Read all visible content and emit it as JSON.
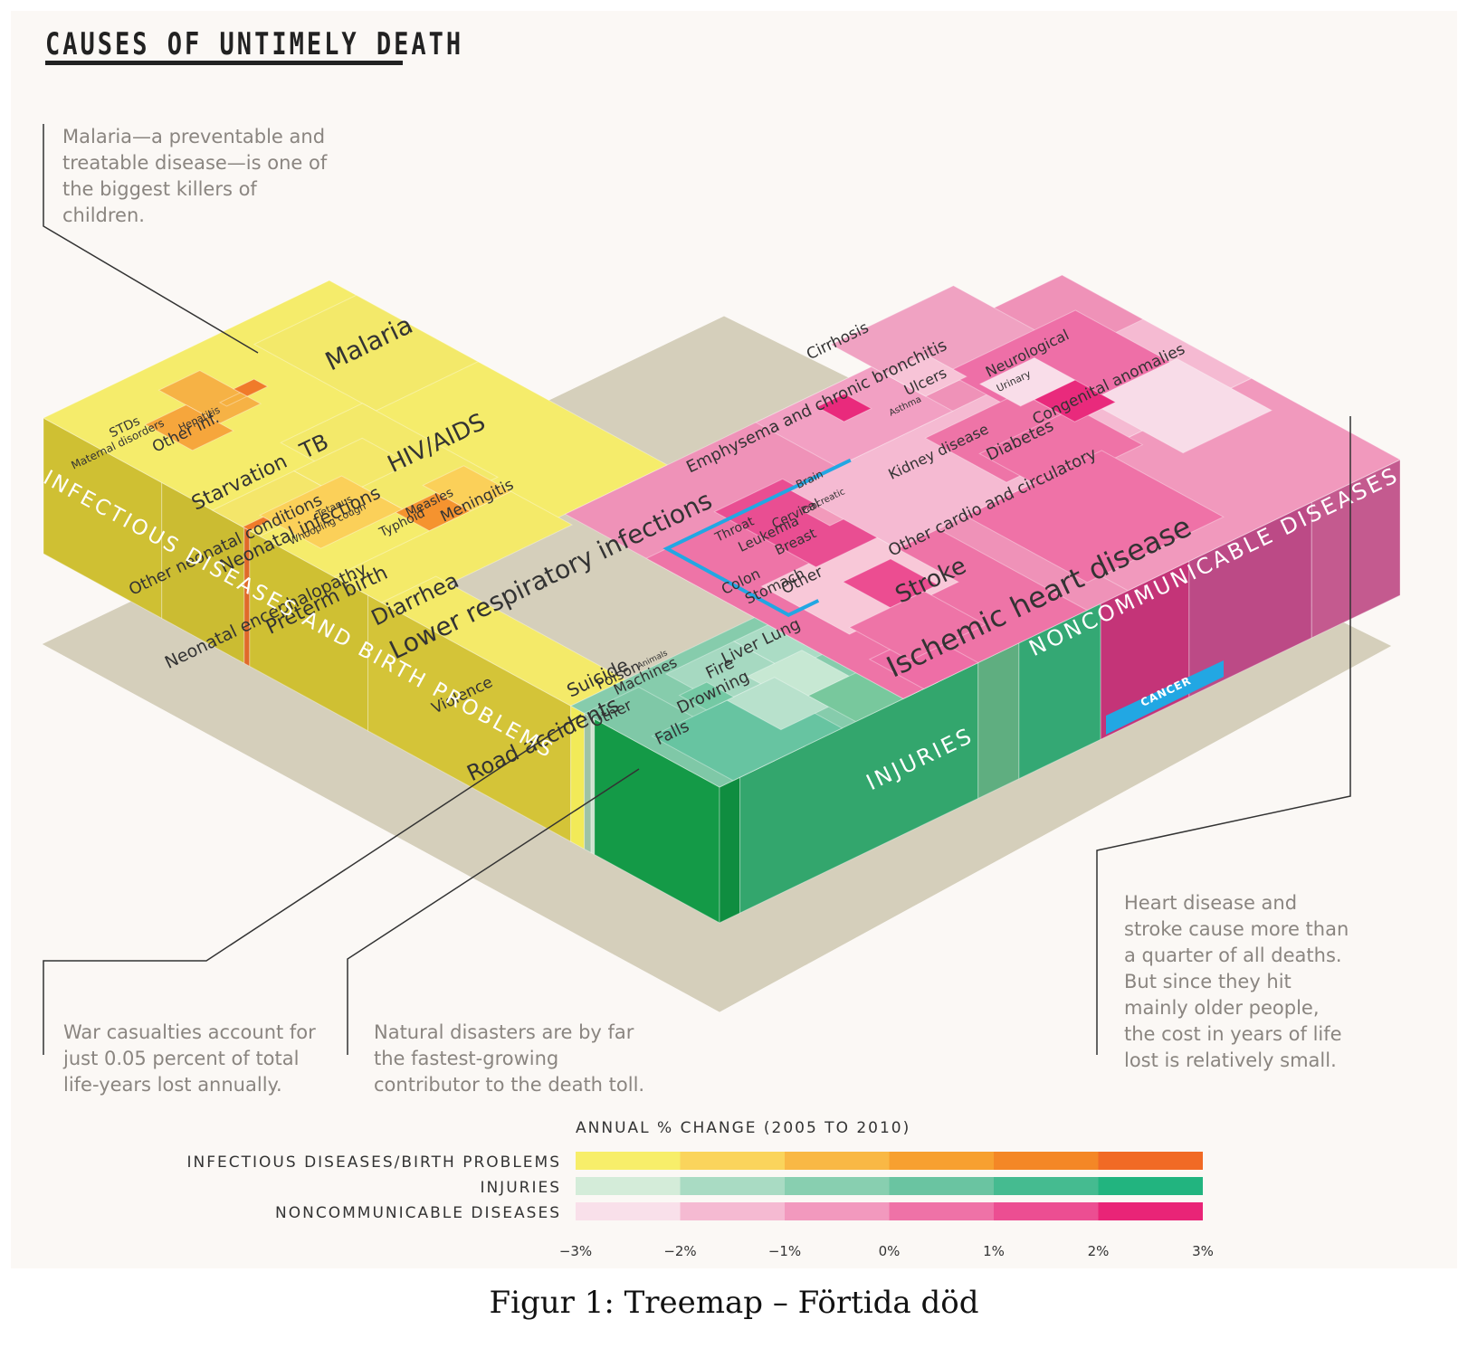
{
  "title": "CAUSES OF UNTIMELY DEATH",
  "notes": {
    "malaria": "Malaria—a preventable and treatable disease—is one of the biggest killers of children.",
    "heart": "Heart disease and stroke cause more than a quarter of all deaths. But since they hit mainly older people, the cost in years of life lost is relatively small.",
    "war": "War casualties account for just 0.05 percent of total life-years lost annually.",
    "disasters": "Natural disasters are by far the fastest-growing contributor to the death toll."
  },
  "groups": {
    "infectious": "INFECTIOUS DISEASES AND BIRTH PROBLEMS",
    "injuries": "INJURIES",
    "noncommunicable": "NONCOMMUNICABLE DISEASES",
    "cancer": "CANCER"
  },
  "cells": {
    "malaria": "Malaria",
    "hiv": "HIV/AIDS",
    "tb": "TB",
    "starvation": "Starvation",
    "hepatitis": "Hepatitis",
    "other_inf": "Other inf.",
    "stds": "STDs",
    "maternal": "Maternal disorders",
    "measles": "Measles",
    "meningitis": "Meningitis",
    "typhoid": "Typhoid",
    "tetanus": "Tetanus",
    "whooping": "Whooping cough",
    "neonatal_inf": "Neonatal infections",
    "other_neonatal": "Other neonatal conditions",
    "lri": "Lower respiratory infections",
    "diarrhea": "Diarrhea",
    "preterm": "Preterm birth",
    "encephalopathy": "Neonatal encephalopathy",
    "congenital": "Congenital anomalies",
    "neurological": "Neurological",
    "urinary": "Urinary",
    "ulcers": "Ulcers",
    "asthma": "Asthma",
    "cirrhosis": "Cirrhosis",
    "diabetes": "Diabetes",
    "kidney": "Kidney disease",
    "emphysema": "Emphysema and chronic bronchitis",
    "other_cardio": "Other cardio and circulatory",
    "ischemic": "Ischemic heart disease",
    "stroke": "Stroke",
    "brain": "Brain",
    "pancreatic": "Pancreatic",
    "cervical": "Cervical",
    "breast": "Breast",
    "leukemia": "Leukemia",
    "other_cancer": "Other",
    "throat": "Throat",
    "stomach": "Stomach",
    "colon": "Colon",
    "lung": "Lung",
    "liver": "Liver",
    "fire": "Fire",
    "drowning": "Drowning",
    "animals": "Animals",
    "machines": "Machines",
    "poison": "Poison",
    "suicide": "Suicide",
    "other_inj": "Other",
    "falls": "Falls",
    "violence": "Violence",
    "road": "Road accidents"
  },
  "legend": {
    "title": "ANNUAL % CHANGE (2005 TO 2010)",
    "rows": [
      {
        "label": "INFECTIOUS DISEASES/BIRTH PROBLEMS",
        "colors": [
          "#f7ee6a",
          "#fad45c",
          "#f9b845",
          "#f7a030",
          "#f48726",
          "#f16a25"
        ]
      },
      {
        "label": "INJURIES",
        "colors": [
          "#d4ecd9",
          "#a9dbc3",
          "#88cfb0",
          "#6ac4a1",
          "#45bb90",
          "#22b47f"
        ]
      },
      {
        "label": "NONCOMMUNICABLE DISEASES",
        "colors": [
          "#f9e0ea",
          "#f5bad2",
          "#f299be",
          "#ef72a7",
          "#ec4e92",
          "#e92477"
        ]
      }
    ],
    "ticks": [
      "−3%",
      "−2%",
      "−1%",
      "0%",
      "1%",
      "2%",
      "3%"
    ]
  },
  "caption": "Figur 1: Treemap – Förtida död"
}
